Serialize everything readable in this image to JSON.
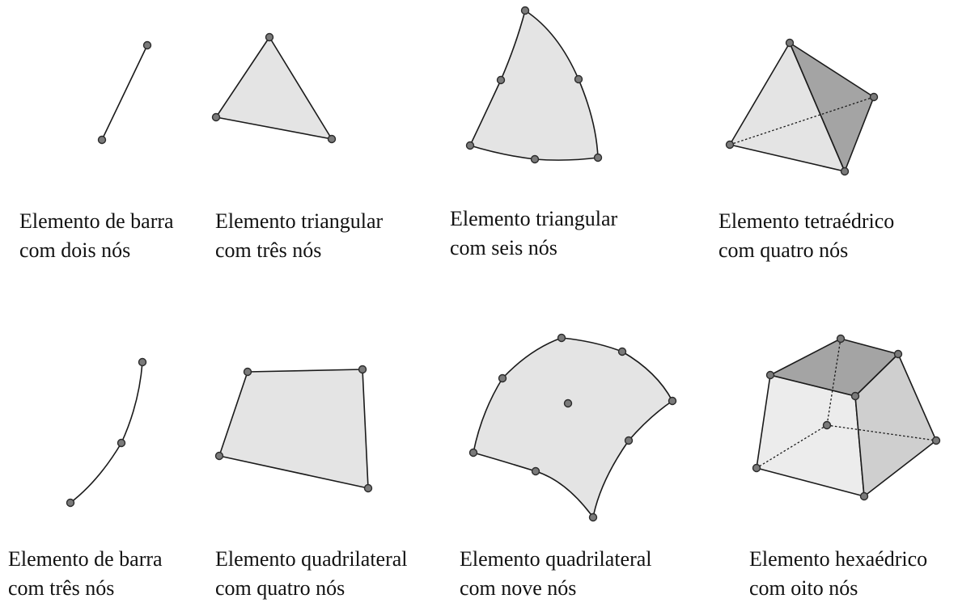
{
  "captions": [
    {
      "id": "bar-2",
      "line1": "Elemento de barra",
      "line2": "com dois nós"
    },
    {
      "id": "tri-3",
      "line1": "Elemento triangular",
      "line2": "com três nós"
    },
    {
      "id": "tri-6",
      "line1": "Elemento triangular",
      "line2": "com seis nós"
    },
    {
      "id": "tet-4",
      "line1": "Elemento tetraédrico",
      "line2": "com quatro nós"
    },
    {
      "id": "bar-3",
      "line1": "Elemento de barra",
      "line2": "com três nós"
    },
    {
      "id": "quad-4",
      "line1": "Elemento quadrilateral",
      "line2": "com quatro nós"
    },
    {
      "id": "quad-9",
      "line1": "Elemento quadrilateral",
      "line2": "com nove nós"
    },
    {
      "id": "hex-8",
      "line1": "Elemento hexaédrico",
      "line2": "com oito nós"
    }
  ],
  "colors": {
    "node_fill": "#7a7a7a",
    "face_light": "#e4e4e4",
    "face_mid": "#cfcfcf",
    "face_dark": "#a4a4a4",
    "line": "#1a1a1a"
  }
}
